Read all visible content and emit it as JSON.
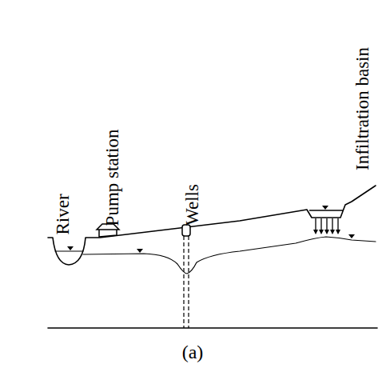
{
  "diagram": {
    "caption": "(a)",
    "labels": [
      "River",
      "Pump station",
      "Wells",
      "Infiltration basin"
    ]
  }
}
